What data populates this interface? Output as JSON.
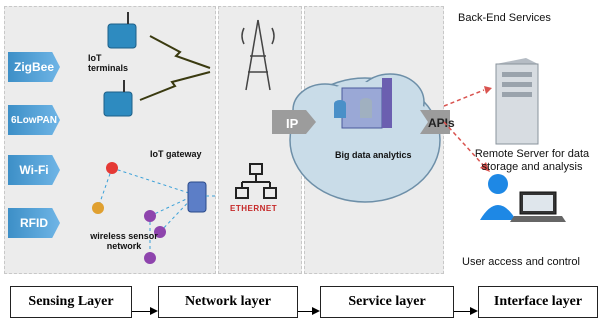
{
  "protocols": [
    "ZigBee",
    "6LowPAN",
    "Wi-Fi",
    "RFID"
  ],
  "sensing": {
    "iot_terminals": "IoT terminals",
    "iot_gateway": "IoT gateway",
    "wireless_sensor_network": "wireless sensor network"
  },
  "network": {
    "ethernet": "ETHERNET"
  },
  "service": {
    "ip": "IP",
    "apis": "APIs",
    "big_data": "Big data analytics"
  },
  "backend": {
    "title": "Back-End Services",
    "server_caption": "Remote Server for data storage and analysis",
    "user_caption": "User access and control"
  },
  "layers": [
    "Sensing Layer",
    "Network layer",
    "Service layer",
    "Interface layer"
  ],
  "colors": {
    "protocol_blue": "#3d8fc7",
    "arrow_red": "#d9534f",
    "cloud": "#c9dce8",
    "panel": "#ececec"
  },
  "icons": [
    "iot-terminal-icon",
    "radio-tower-icon",
    "ethernet-switch-icon",
    "cloud-icon",
    "server-icon",
    "user-icon",
    "laptop-icon",
    "gateway-icon"
  ]
}
